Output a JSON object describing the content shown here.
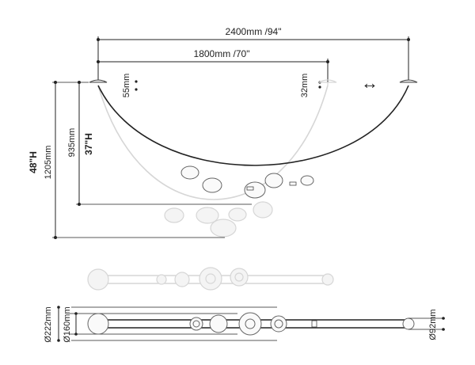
{
  "labels": {
    "width_total": "2400mm /94\"",
    "width_inner": "1800mm /70\"",
    "canopy_height": "55mm",
    "canopy_height_small": "32mm",
    "drop_max_in": "48\"H",
    "drop_max_mm": "1205mm",
    "drop_min_mm": "935mm",
    "drop_min_in": "37\"H",
    "dia_large": "Ø222mm",
    "dia_medium": "Ø160mm",
    "dia_small": "Ø92mm"
  },
  "adjust_arrow": "↔",
  "colors": {
    "line": "#222222",
    "ghost": "#d6d6d6"
  }
}
